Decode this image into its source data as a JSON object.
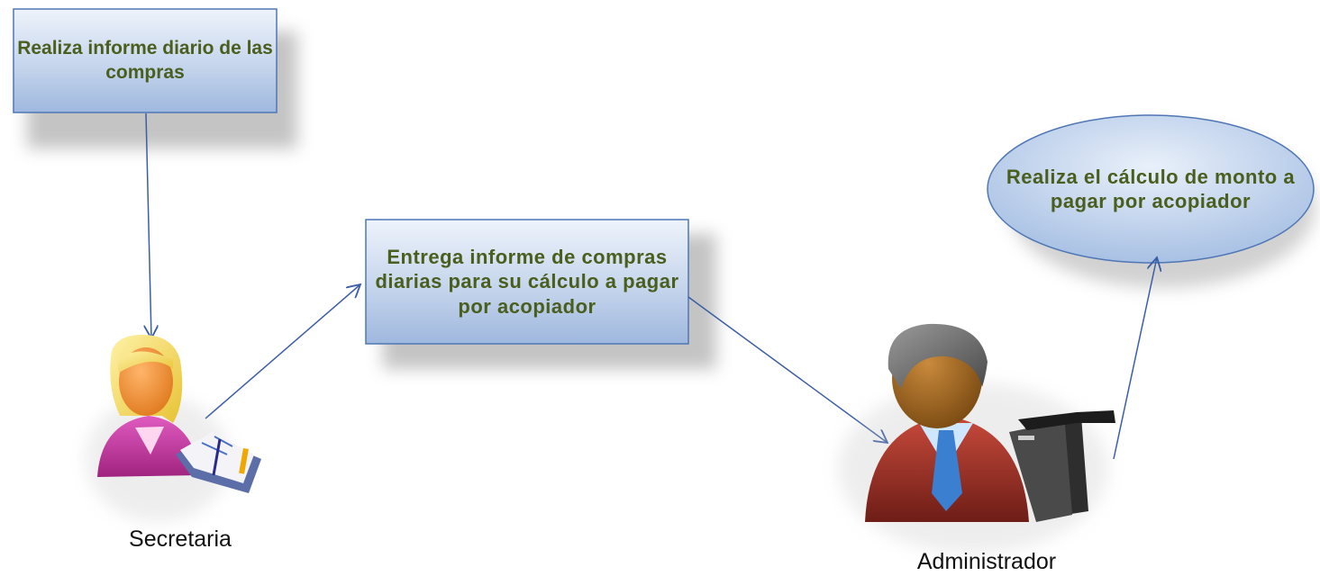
{
  "boxes": {
    "daily_report": "Realiza informe diario de las compras",
    "deliver_report": "Entrega informe de compras diarias para su cálculo a pagar  por acopiador",
    "calculate_amount": "Realiza el cálculo de monto a pagar por acopiador"
  },
  "actors": {
    "secretary": {
      "label": "Secretaria",
      "icon": "secretary-icon"
    },
    "administrator": {
      "label": "Administrador",
      "icon": "administrator-icon"
    }
  },
  "colors": {
    "box_fill_top": "#e8eef8",
    "box_fill_bottom": "#a9c0e0",
    "box_stroke": "#4f77b5",
    "text": "#4a5e1e",
    "arrow": "#3b5ea6"
  }
}
